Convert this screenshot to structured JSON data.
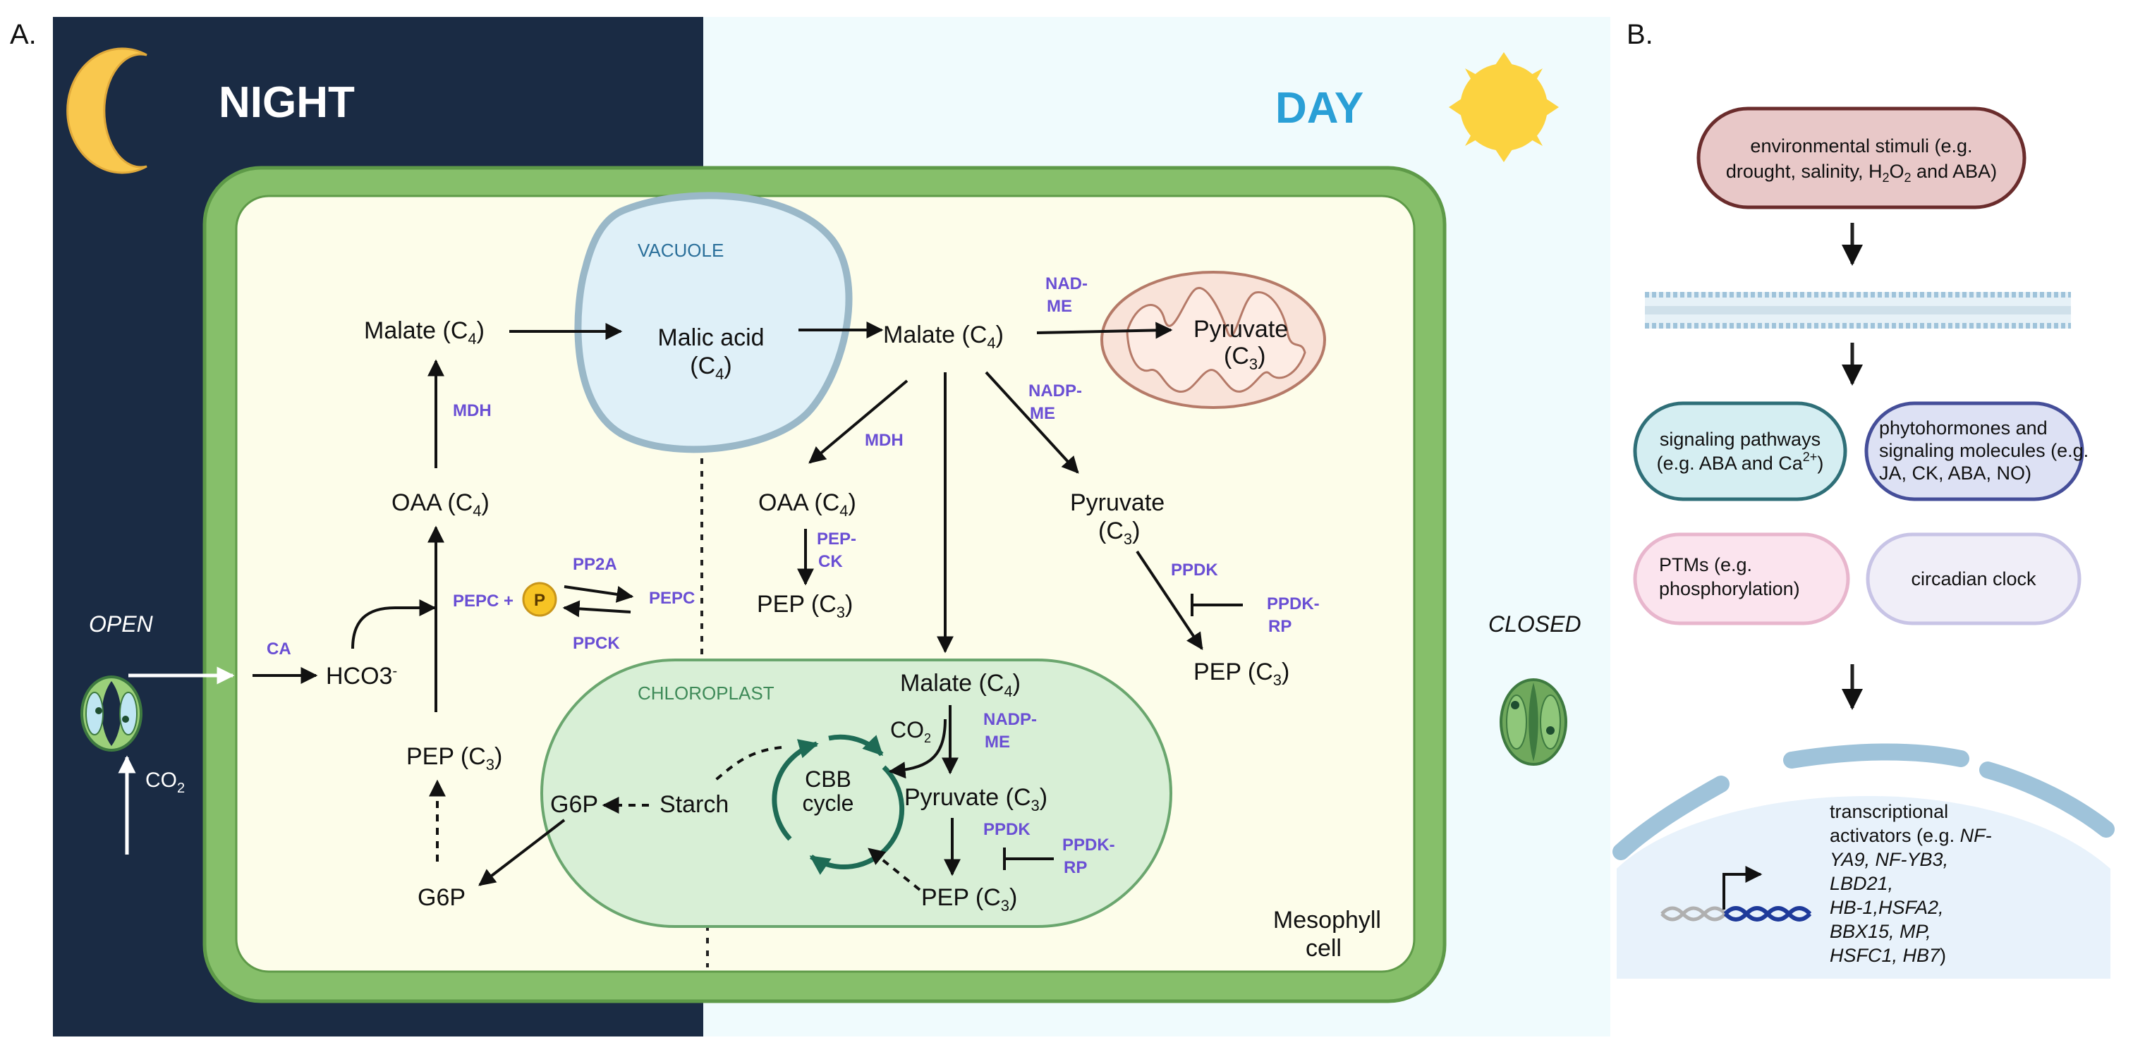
{
  "panels": {
    "a": "A.",
    "b": "B."
  },
  "night_label": "NIGHT",
  "day_label": "DAY",
  "stomata": {
    "open": "OPEN",
    "closed": "CLOSED",
    "co2": "CO",
    "co2_sub": "2"
  },
  "compartments": {
    "vacuole": "VACUOLE",
    "chloroplast": "CHLOROPLAST",
    "mesophyll_1": "Mesophyll",
    "mesophyll_2": "cell"
  },
  "metabolites": {
    "malate_night": {
      "main": "Malate (C",
      "sub": "4",
      "end": ")"
    },
    "oaa_night": {
      "main": "OAA (C",
      "sub": "4",
      "end": ")"
    },
    "pep_night": {
      "main": "PEP (C",
      "sub": "3",
      "end": ")"
    },
    "g6p_night": "G6P",
    "hco3": {
      "main": "HCO3",
      "sup": "-"
    },
    "malic_1": "Malic acid",
    "malic_2": {
      "main": "(C",
      "sub": "4",
      "end": ")"
    },
    "malate_day": {
      "main": "Malate (C",
      "sub": "4",
      "end": ")"
    },
    "pyruvate_mito_1": "Pyruvate",
    "pyruvate_mito_2": {
      "main": "(C",
      "sub": "3",
      "end": ")"
    },
    "oaa_day": {
      "main": "OAA (C",
      "sub": "4",
      "end": ")"
    },
    "pep_day_mid": {
      "main": "PEP (C",
      "sub": "3",
      "end": ")"
    },
    "pyruvate_cyto_1": "Pyruvate",
    "pyruvate_cyto_2": {
      "main": "(C",
      "sub": "3",
      "end": ")"
    },
    "pep_day_right": {
      "main": "PEP (C",
      "sub": "3",
      "end": ")"
    },
    "malate_chloro": {
      "main": "Malate (C",
      "sub": "4",
      "end": ")"
    },
    "co2_chloro": {
      "main": "CO",
      "sub": "2"
    },
    "pyruvate_chloro": {
      "main": "Pyruvate (C",
      "sub": "3",
      "end": ")"
    },
    "pep_chloro": {
      "main": "PEP (C",
      "sub": "3",
      "end": ")"
    },
    "starch": "Starch",
    "g6p_chloro": "G6P",
    "cbb_1": "CBB",
    "cbb_2": "cycle"
  },
  "enzymes": {
    "mdh_night": "MDH",
    "ca": "CA",
    "pepc_p": "PEPC +",
    "p_badge": "P",
    "pp2a": "PP2A",
    "pepc": "PEPC",
    "ppck": "PPCK",
    "nad_me_1": "NAD-",
    "nad_me_2": "ME",
    "nadp_me_1": "NADP-",
    "nadp_me_2": "ME",
    "mdh_day": "MDH",
    "pep_ck_1": "PEP-",
    "pep_ck_2": "CK",
    "ppdk_day": "PPDK",
    "ppdk_rp_day_1": "PPDK-",
    "ppdk_rp_day_2": "RP",
    "nadp_me_chl_1": "NADP-",
    "nadp_me_chl_2": "ME",
    "ppdk_chl": "PPDK",
    "ppdk_rp_chl_1": "PPDK-",
    "ppdk_rp_chl_2": "RP"
  },
  "panel_b": {
    "stimuli_1": "environmental stimuli (e.g.",
    "stimuli_2": {
      "pre": "drought, salinity, H",
      "s1": "2",
      "mid": "O",
      "s2": "2",
      "post": " and ABA)"
    },
    "signaling_1": "signaling pathways",
    "signaling_2": {
      "pre": "(e.g. ABA and Ca",
      "sup": "2+",
      "post": ")"
    },
    "phyto_1": "phytohormones and",
    "phyto_2": "signaling molecules (e.g.",
    "phyto_3": "JA, CK, ABA, NO)",
    "ptms_1": "PTMs (e.g.",
    "ptms_2": "phosphorylation)",
    "circadian": "circadian clock",
    "activators": [
      {
        "text": "transcriptional",
        "italic": false
      },
      {
        "pre": "activators (e.g. ",
        "it": "NF-",
        "italic": "mixed"
      },
      {
        "text": "YA9, NF-YB3,",
        "italic": true
      },
      {
        "text": "LBD21,",
        "italic": true
      },
      {
        "text": "HB-1,HSFA2,",
        "italic": true
      },
      {
        "text": "BBX15, MP,",
        "italic": true
      },
      {
        "it": "HSFC1, HB7",
        "post": ")",
        "italic": "mixed"
      }
    ]
  },
  "colors": {
    "night_bg": "#1a2b44",
    "day_bg": "#f0fbfd",
    "cell_wall": "#86bf6a",
    "cytoplasm": "#fdfdea",
    "enzyme": "#6a4fd4",
    "chloroplast": "#d8efd6",
    "vacuole": "#dff0f8",
    "mitochondrion": "#f9e3d9",
    "day_text": "#2a9fd6",
    "moon": "#f9c84e",
    "sun": "#fcd340"
  }
}
